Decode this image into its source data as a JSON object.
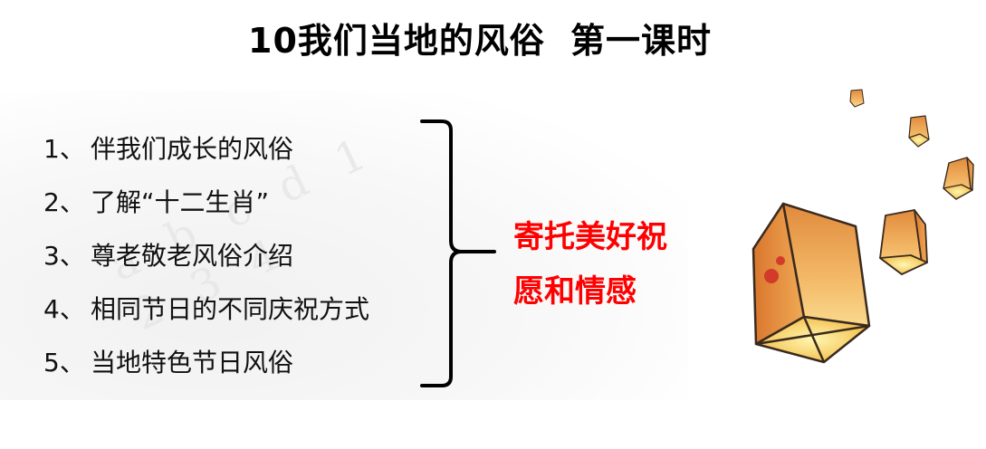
{
  "slide": {
    "title_part1": "10我们当地的风俗",
    "title_part2": "第一课时",
    "topics": [
      {
        "num": "1、",
        "text": "伴我们成长的风俗"
      },
      {
        "num": "2、",
        "text": "了解“十二生肖”"
      },
      {
        "num": "3、",
        "text": "尊老敬老风俗介绍"
      },
      {
        "num": "4、",
        "text": "相同节日的不同庆祝方式"
      },
      {
        "num": "5、",
        "text": "当地特色节日风俗"
      }
    ],
    "summary_line1": "寄托美好祝",
    "summary_line2": "愿和情感",
    "watermark_text": "a b c d 1 2 3 4",
    "colors": {
      "title": "#000000",
      "topic_text": "#111111",
      "summary": "#ff0000",
      "lantern_glow": "#f6b85a",
      "lantern_frame": "#3a2a1e"
    },
    "decor": "sky-lanterns-image"
  }
}
